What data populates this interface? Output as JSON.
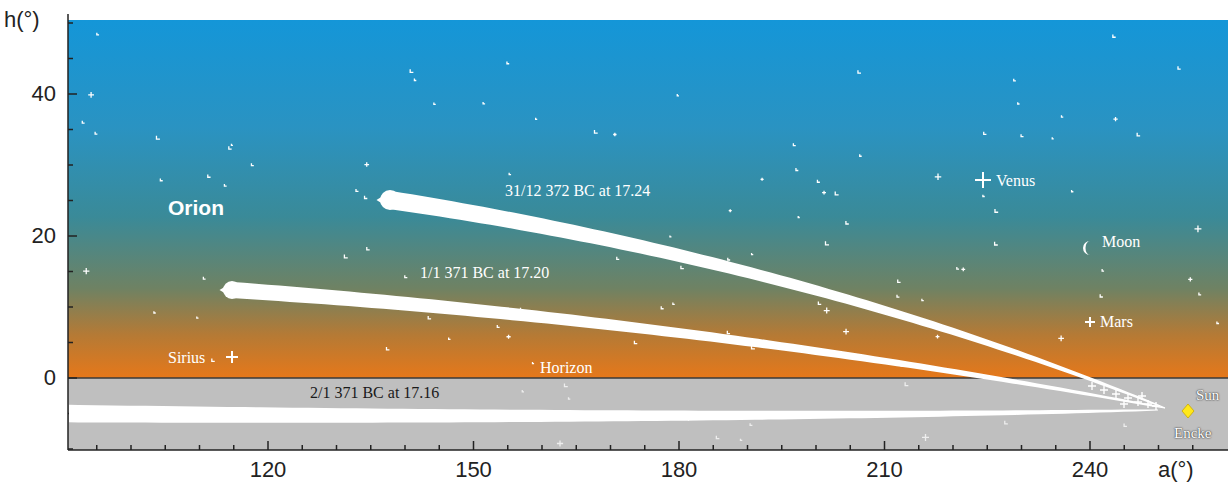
{
  "diagram": {
    "labels": [
      "h(°)",
      "40",
      "20",
      "0",
      "Orion",
      "31/12 372 BC at 17.24",
      "Venus",
      "Moon",
      "1/1 371 BC at 17.20",
      "Mars",
      "Sirius",
      "Horizon",
      "2/1 371 BC at 17.16",
      "Sun",
      "Encke",
      "120",
      "150",
      "180",
      "210",
      "240",
      "a(°)"
    ]
  }
}
